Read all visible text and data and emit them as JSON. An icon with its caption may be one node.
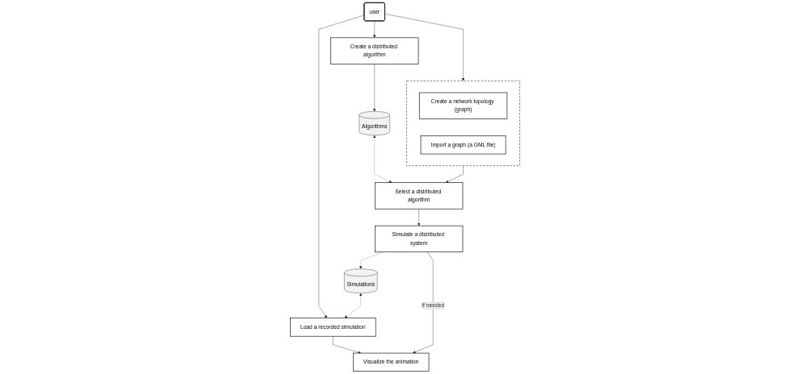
{
  "diagram": {
    "nodes": [
      {
        "text": [
          "user"
        ]
      },
      {
        "text": [
          "Create a distributed algorithm"
        ]
      },
      {
        "text": [],
        "shape": "box"
      },
      {
        "text": [
          "Create a network topology (graph)"
        ],
        "in": 2
      },
      {
        "text": [
          "Import a graph (a GML file)"
        ],
        "in": 2
      },
      {
        "text": [
          "Load a recorded simulation"
        ]
      },
      {
        "text": [
          "Algorithms"
        ]
      },
      {
        "text": [
          "Select a distributed algorithm"
        ]
      },
      {
        "text": [
          "Simulations"
        ]
      },
      {
        "text": [
          "Simulate a distributed system"
        ]
      },
      {
        "text": [
          "Visualize the animation"
        ]
      }
    ],
    "edges": [
      {
        "from": 0,
        "to": 1,
        "arrow": "to"
      },
      {
        "from": 0,
        "to": 2,
        "arrow": "to"
      },
      {
        "from": 0,
        "to": 5,
        "arrow": "to"
      },
      {
        "from": 1,
        "to": 6,
        "arrow": "to"
      },
      {
        "from": 6,
        "to": 7,
        "arrow": "both",
        "style": "dashed"
      },
      {
        "from": 2,
        "to": 7,
        "arrow": "to"
      },
      {
        "from": 8,
        "to": 5,
        "arrow": "both",
        "style": "dashed"
      },
      {
        "from": 7,
        "to": 9,
        "arrow": "to"
      },
      {
        "from": 9,
        "to": 8,
        "arrow": "to",
        "style": "dashed"
      },
      {
        "from": 5,
        "to": 10,
        "arrow": "to"
      },
      {
        "from": 9,
        "to": 10,
        "arrow": "to",
        "label": "If needed"
      }
    ]
  }
}
